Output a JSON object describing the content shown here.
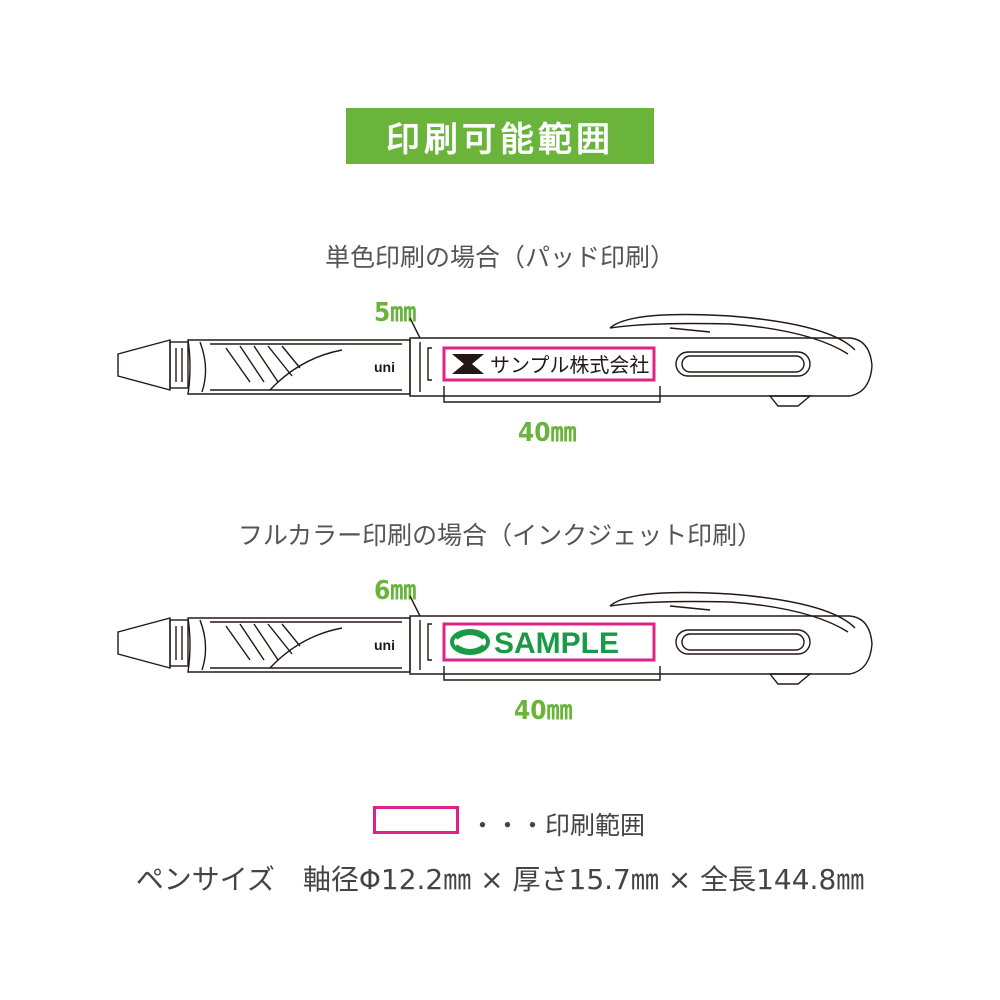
{
  "header": {
    "badge": "印刷可能範囲"
  },
  "sections": [
    {
      "title": "単色印刷の場合（パッド印刷）",
      "height_label": "5㎜",
      "width_label": "40㎜",
      "brand": "uni",
      "sample_text": "サンプル株式会社",
      "sample_color": "#231815"
    },
    {
      "title": "フルカラー印刷の場合（インクジェット印刷）",
      "height_label": "6㎜",
      "width_label": "40㎜",
      "brand": "uni",
      "sample_text": "SAMPLE",
      "sample_color": "#1a9a46"
    }
  ],
  "legend": {
    "box_color": "#e0218a",
    "text": "・・・印刷範囲"
  },
  "pen_size": "ペンサイズ　軸径Φ12.2㎜ × 厚さ15.7㎜ × 全長144.8㎜",
  "colors": {
    "accent": "#6ab43c",
    "print_area": "#e0218a",
    "outline": "#231815"
  }
}
